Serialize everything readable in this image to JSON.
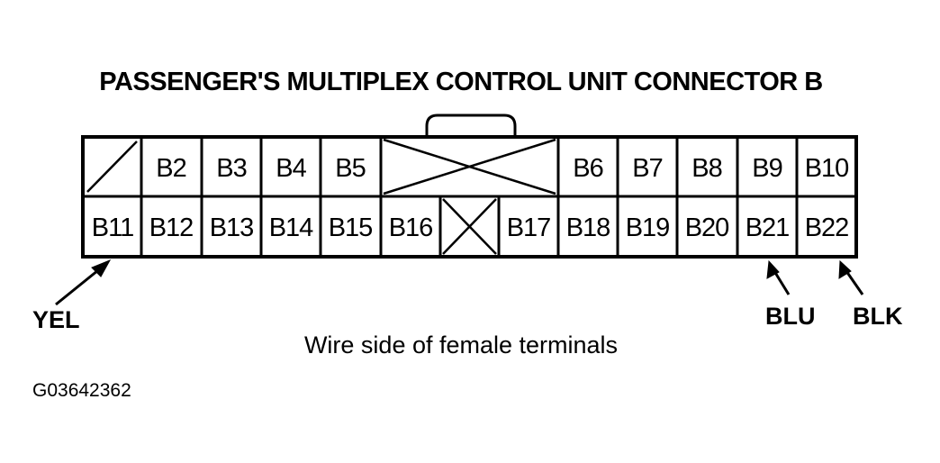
{
  "title": "PASSENGER'S MULTIPLEX CONTROL UNIT CONNECTOR B",
  "caption": "Wire side of female terminals",
  "figure_id": "G03642362",
  "connector": {
    "row1": [
      "",
      "B2",
      "B3",
      "B4",
      "B5",
      "",
      "B6",
      "B7",
      "B8",
      "B9",
      "B10"
    ],
    "row2": [
      "B11",
      "B12",
      "B13",
      "B14",
      "B15",
      "B16",
      "",
      "B17",
      "B18",
      "B19",
      "B20",
      "B21",
      "B22"
    ]
  },
  "wires": {
    "yel": "YEL",
    "blu": "BLU",
    "blk": "BLK"
  }
}
